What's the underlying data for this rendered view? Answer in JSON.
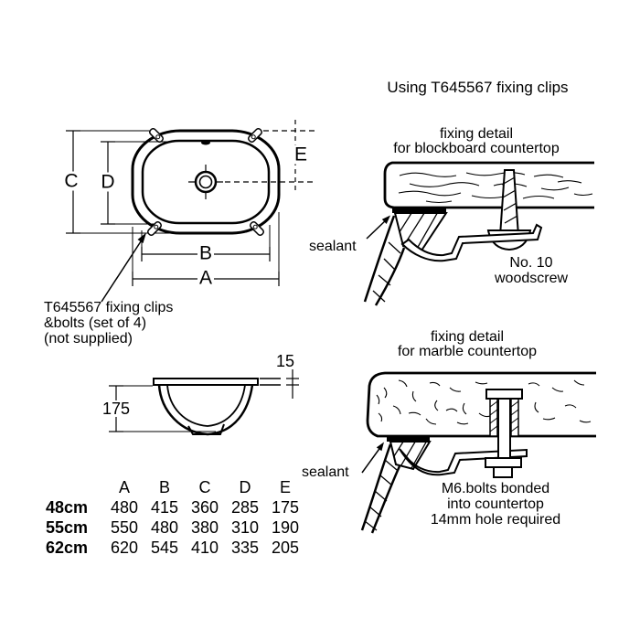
{
  "title": "Using T645567 fixing clips",
  "top_view": {
    "dims": {
      "a": "A",
      "b": "B",
      "c": "C",
      "d": "D",
      "e": "E"
    },
    "clips_note": {
      "line1": "T645567 fixing clips",
      "line2": "&bolts (set of 4)",
      "line3": "(not supplied)"
    }
  },
  "side_view": {
    "depth_label": "175",
    "rim_label": "15"
  },
  "blockboard_detail": {
    "title_line1": "fixing detail",
    "title_line2": "for blockboard countertop",
    "sealant_label": "sealant",
    "screw_line1": "No. 10",
    "screw_line2": "woodscrew"
  },
  "marble_detail": {
    "title_line1": "fixing detail",
    "title_line2": "for marble countertop",
    "sealant_label": "sealant",
    "bolt_line1": "M6.bolts bonded",
    "bolt_line2": "into countertop",
    "bolt_line3": "14mm hole required"
  },
  "table": {
    "columns": [
      "A",
      "B",
      "C",
      "D",
      "E"
    ],
    "rows": [
      {
        "size": "48cm",
        "values": [
          "480",
          "415",
          "360",
          "285",
          "175"
        ]
      },
      {
        "size": "55cm",
        "values": [
          "550",
          "480",
          "380",
          "310",
          "190"
        ]
      },
      {
        "size": "62cm",
        "values": [
          "620",
          "545",
          "410",
          "335",
          "205"
        ]
      }
    ]
  },
  "colors": {
    "ink": "#000000",
    "paper": "#ffffff"
  }
}
